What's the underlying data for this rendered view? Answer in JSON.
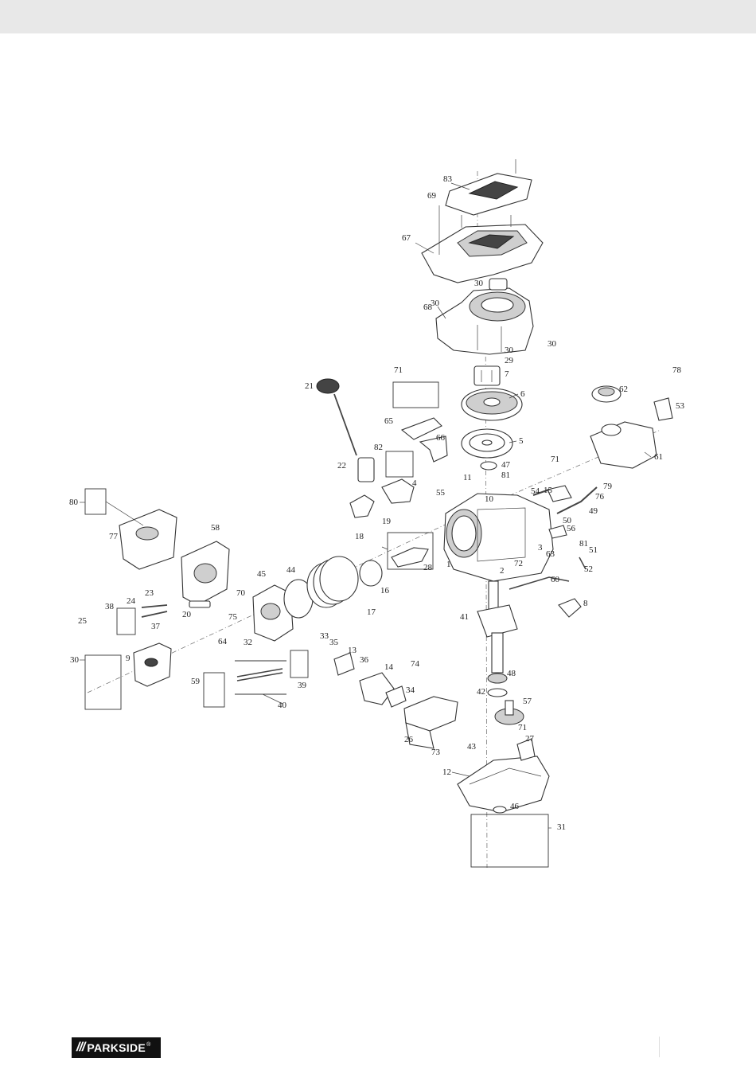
{
  "brand": {
    "slashes": "///",
    "name": "PARKSIDE",
    "reg": "®"
  },
  "diagram": {
    "labels": [
      "83",
      "69",
      "67",
      "30",
      "68",
      "30",
      "30",
      "30",
      "29",
      "7",
      "6",
      "71",
      "21",
      "65",
      "66",
      "82",
      "5",
      "22",
      "47",
      "81",
      "11",
      "4",
      "55",
      "10",
      "54",
      "15",
      "71",
      "62",
      "78",
      "53",
      "61",
      "79",
      "76",
      "49",
      "50",
      "56",
      "81",
      "51",
      "52",
      "3",
      "63",
      "72",
      "2",
      "60",
      "8",
      "80",
      "77",
      "58",
      "70",
      "45",
      "44",
      "19",
      "18",
      "28",
      "1",
      "16",
      "17",
      "24",
      "23",
      "38",
      "37",
      "25",
      "20",
      "75",
      "64",
      "32",
      "33",
      "35",
      "13",
      "36",
      "14",
      "74",
      "34",
      "9",
      "30",
      "59",
      "39",
      "40",
      "41",
      "48",
      "42",
      "57",
      "26",
      "73",
      "71",
      "43",
      "27",
      "12",
      "46",
      "31"
    ]
  }
}
